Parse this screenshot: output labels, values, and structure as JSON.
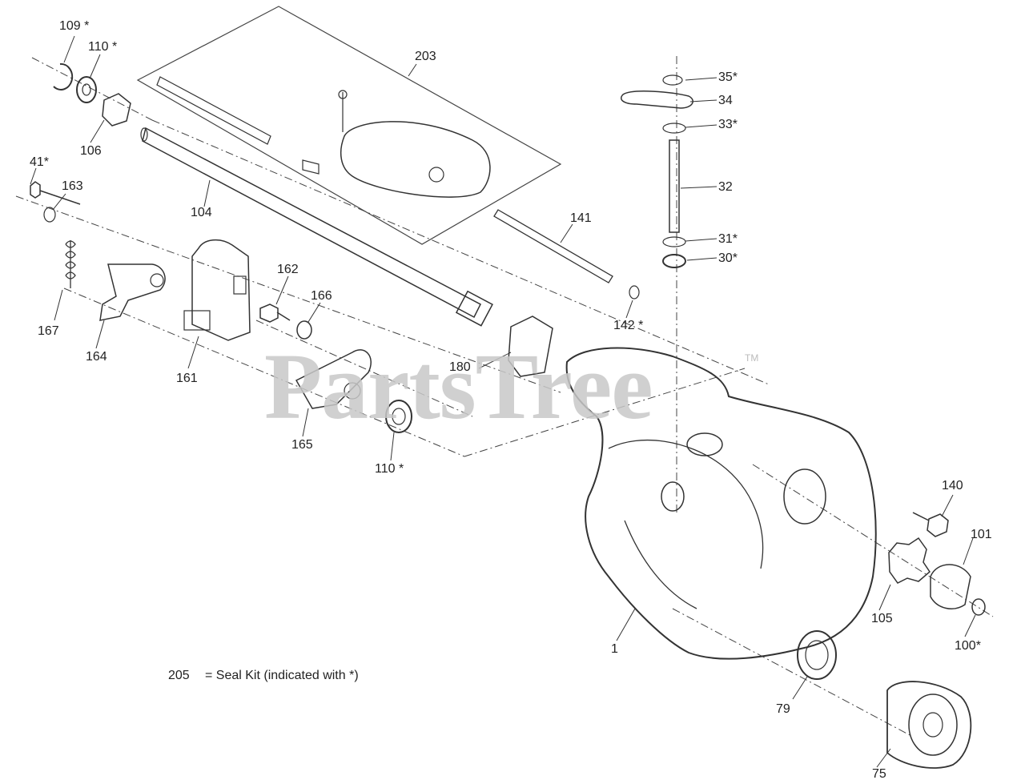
{
  "watermark": "PartsTree",
  "watermark_tm": "TM",
  "note": {
    "number": "205",
    "text": "= Seal Kit (indicated with *)"
  },
  "labels": [
    {
      "id": "109",
      "text": "109  *"
    },
    {
      "id": "110a",
      "text": "110   *"
    },
    {
      "id": "106",
      "text": "106"
    },
    {
      "id": "203",
      "text": "203"
    },
    {
      "id": "41",
      "text": "41*"
    },
    {
      "id": "163",
      "text": "163"
    },
    {
      "id": "104",
      "text": "104"
    },
    {
      "id": "167",
      "text": "167"
    },
    {
      "id": "164",
      "text": "164"
    },
    {
      "id": "161",
      "text": "161"
    },
    {
      "id": "162",
      "text": "162"
    },
    {
      "id": "166",
      "text": "166"
    },
    {
      "id": "165",
      "text": "165"
    },
    {
      "id": "180",
      "text": "180"
    },
    {
      "id": "110b",
      "text": "110 *"
    },
    {
      "id": "141",
      "text": "141"
    },
    {
      "id": "142",
      "text": "142 *"
    },
    {
      "id": "35",
      "text": "35*"
    },
    {
      "id": "34",
      "text": "34"
    },
    {
      "id": "33",
      "text": "33*"
    },
    {
      "id": "32",
      "text": "32"
    },
    {
      "id": "31",
      "text": "31*"
    },
    {
      "id": "30",
      "text": "30*"
    },
    {
      "id": "140",
      "text": "140"
    },
    {
      "id": "101",
      "text": "101"
    },
    {
      "id": "105",
      "text": "105"
    },
    {
      "id": "100",
      "text": "100*"
    },
    {
      "id": "1",
      "text": "1"
    },
    {
      "id": "79",
      "text": "79"
    },
    {
      "id": "75",
      "text": "75"
    }
  ]
}
